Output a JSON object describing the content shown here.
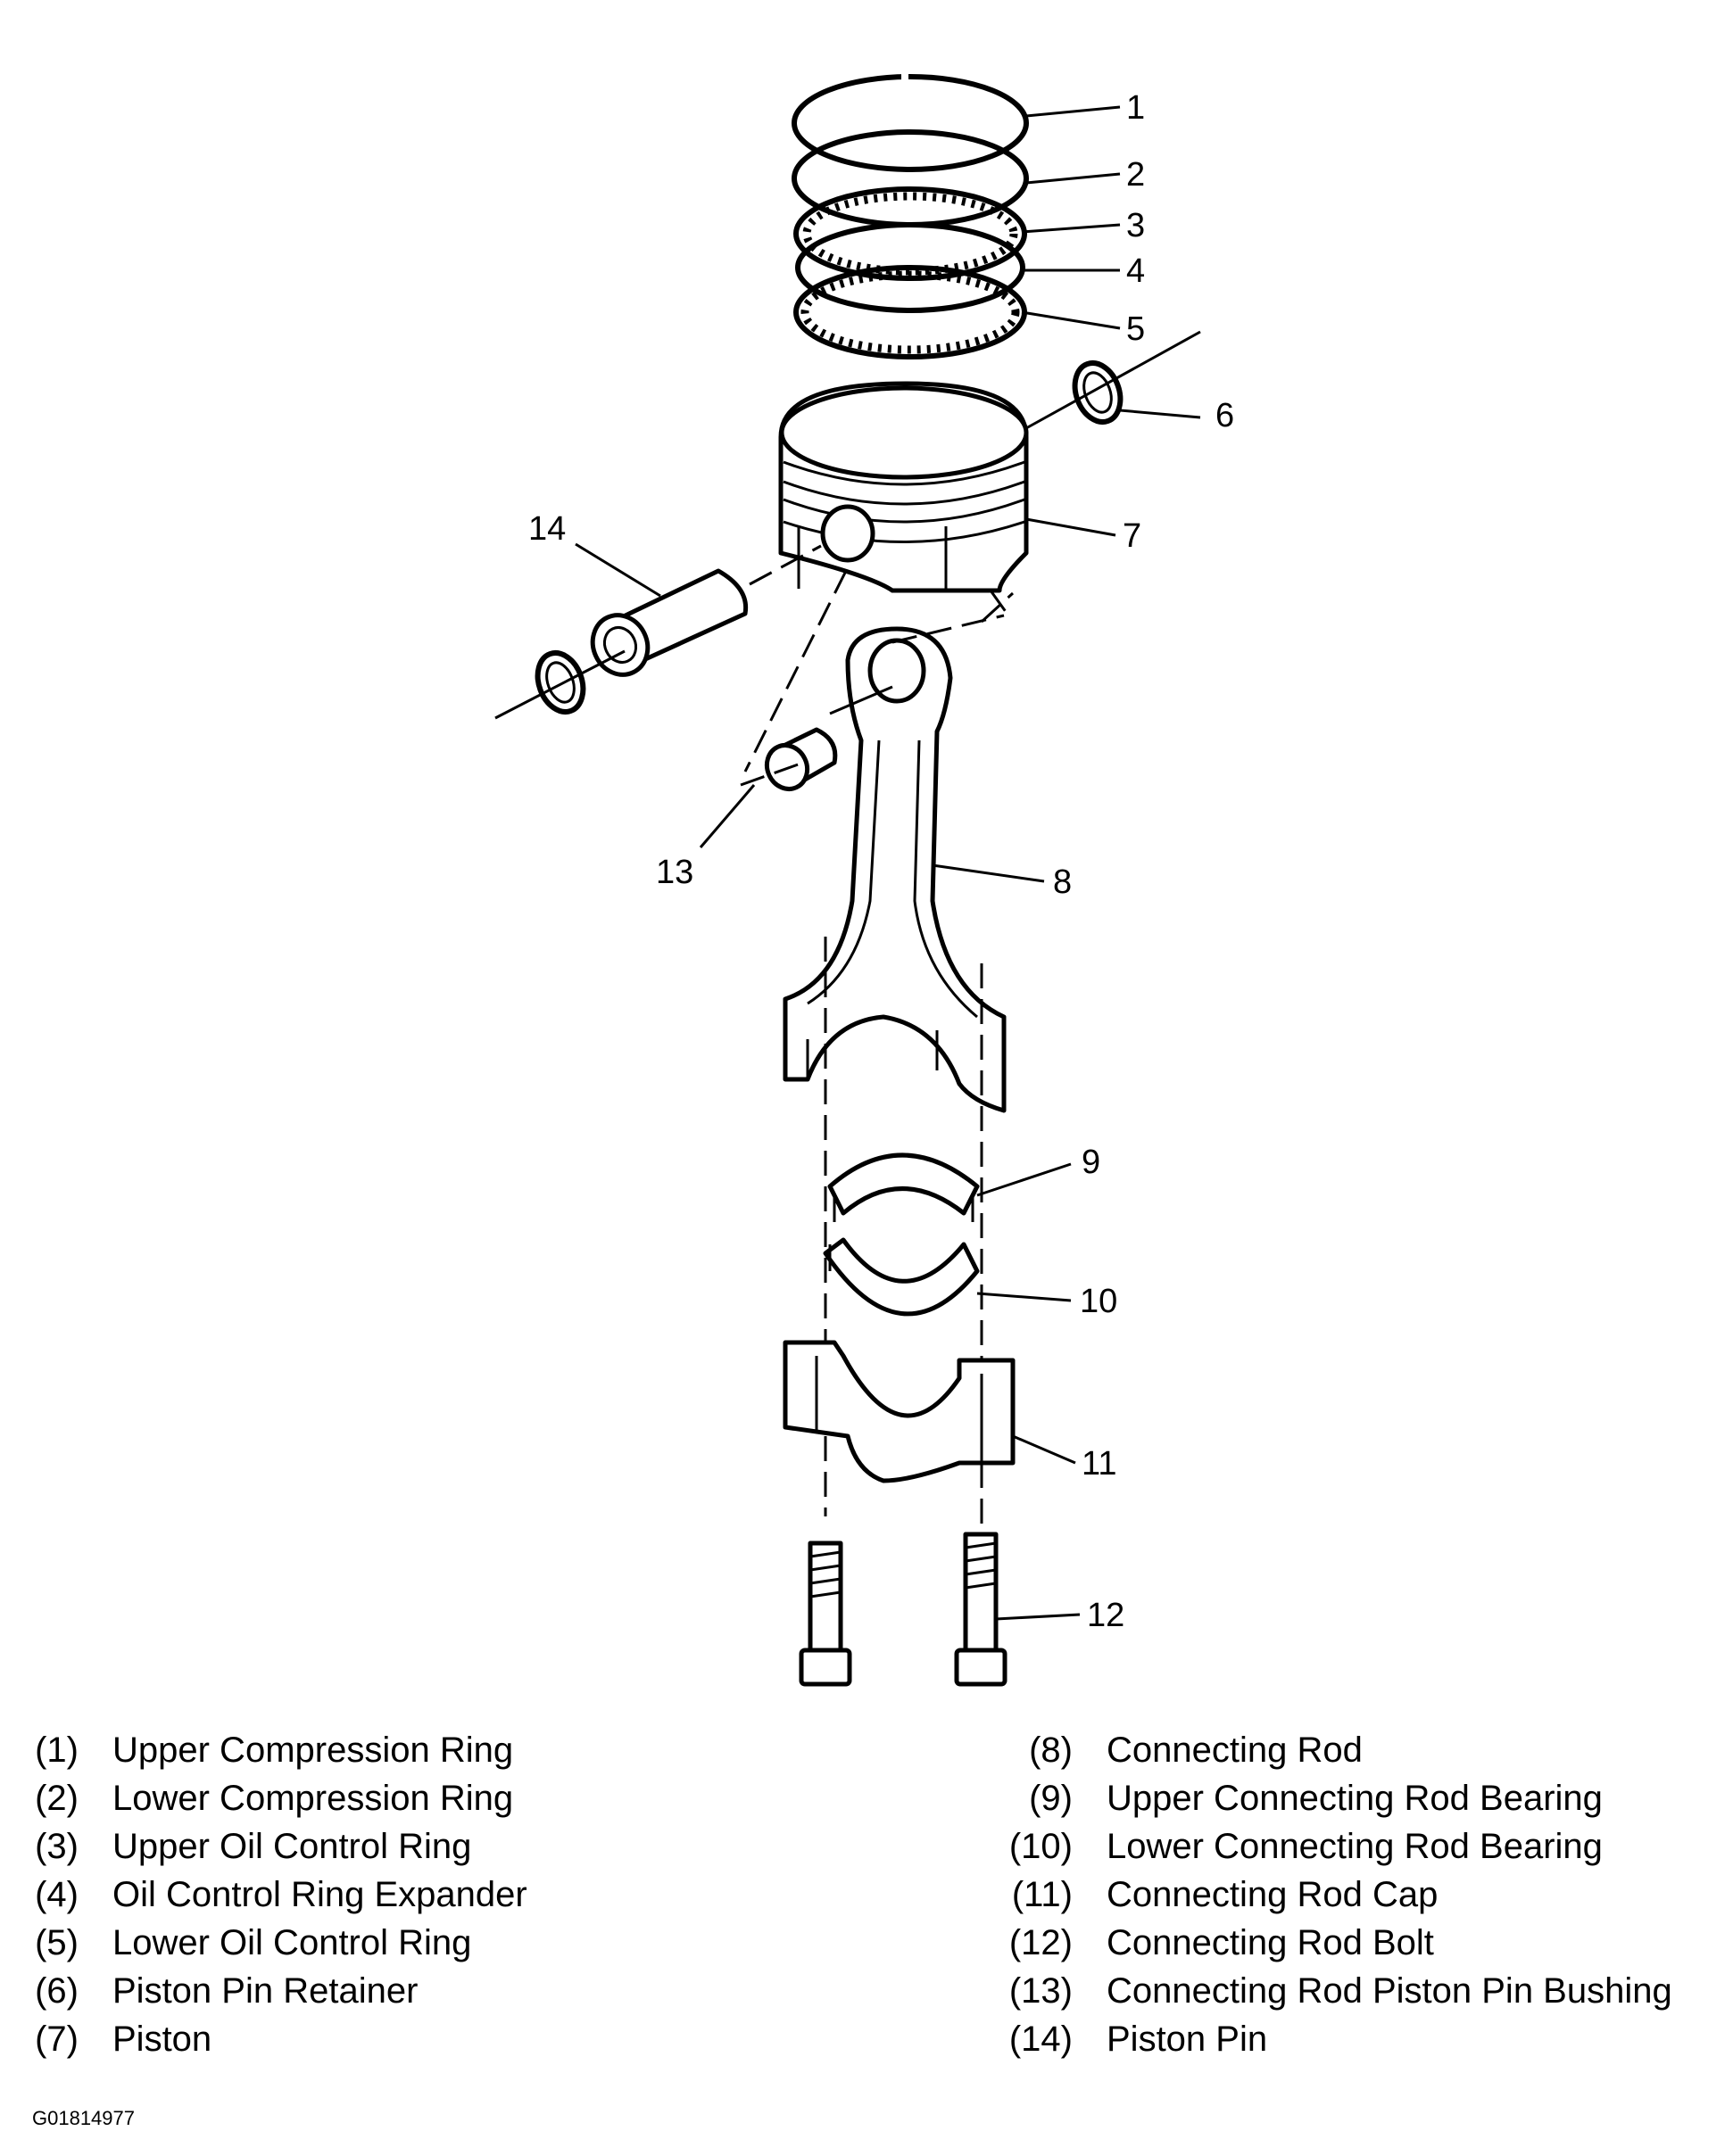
{
  "callouts": [
    "1",
    "2",
    "3",
    "4",
    "5",
    "6",
    "7",
    "8",
    "9",
    "10",
    "11",
    "12",
    "13",
    "14"
  ],
  "legend": {
    "left": [
      {
        "num": "(1)",
        "label": "Upper Compression Ring"
      },
      {
        "num": "(2)",
        "label": "Lower Compression Ring"
      },
      {
        "num": "(3)",
        "label": "Upper Oil Control Ring"
      },
      {
        "num": "(4)",
        "label": "Oil Control Ring Expander"
      },
      {
        "num": "(5)",
        "label": "Lower Oil Control Ring"
      },
      {
        "num": "(6)",
        "label": "Piston Pin Retainer"
      },
      {
        "num": "(7)",
        "label": "Piston"
      }
    ],
    "right": [
      {
        "num": "(8)",
        "label": "Connecting Rod"
      },
      {
        "num": "(9)",
        "label": "Upper Connecting Rod Bearing"
      },
      {
        "num": "(10)",
        "label": "Lower Connecting Rod Bearing"
      },
      {
        "num": "(11)",
        "label": "Connecting Rod Cap"
      },
      {
        "num": "(12)",
        "label": "Connecting Rod Bolt"
      },
      {
        "num": "(13)",
        "label": "Connecting Rod Piston Pin Bushing"
      },
      {
        "num": "(14)",
        "label": "Piston Pin"
      }
    ]
  },
  "figure_id": "G01814977"
}
